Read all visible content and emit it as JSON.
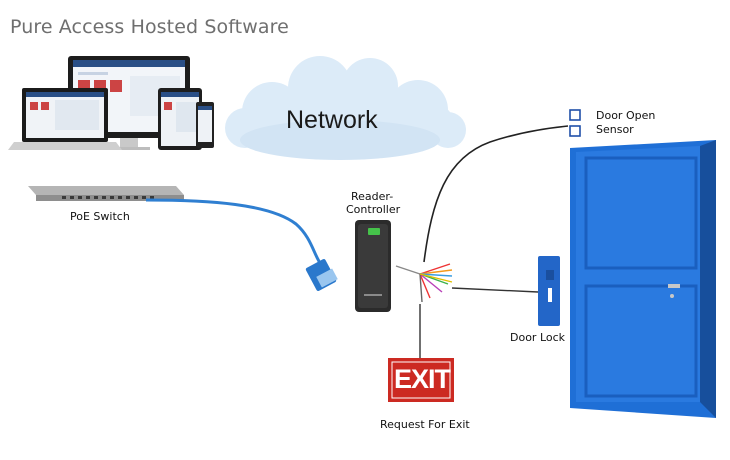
{
  "title": "Pure Access Hosted Software",
  "labels": {
    "network": "Network",
    "poe_switch": "PoE Switch",
    "reader_line1": "Reader-",
    "reader_line2": "Controller",
    "door_sensor_line1": "Door Open",
    "door_sensor_line2": "Sensor",
    "door_lock": "Door Lock",
    "exit_sign": "EXIT",
    "request_exit": "Request For Exit"
  },
  "colors": {
    "door_blue": "#1f6fd6",
    "cable_blue": "#2f7fd1",
    "exit_red": "#cc2a22",
    "cloud": "#d9e9f7"
  }
}
